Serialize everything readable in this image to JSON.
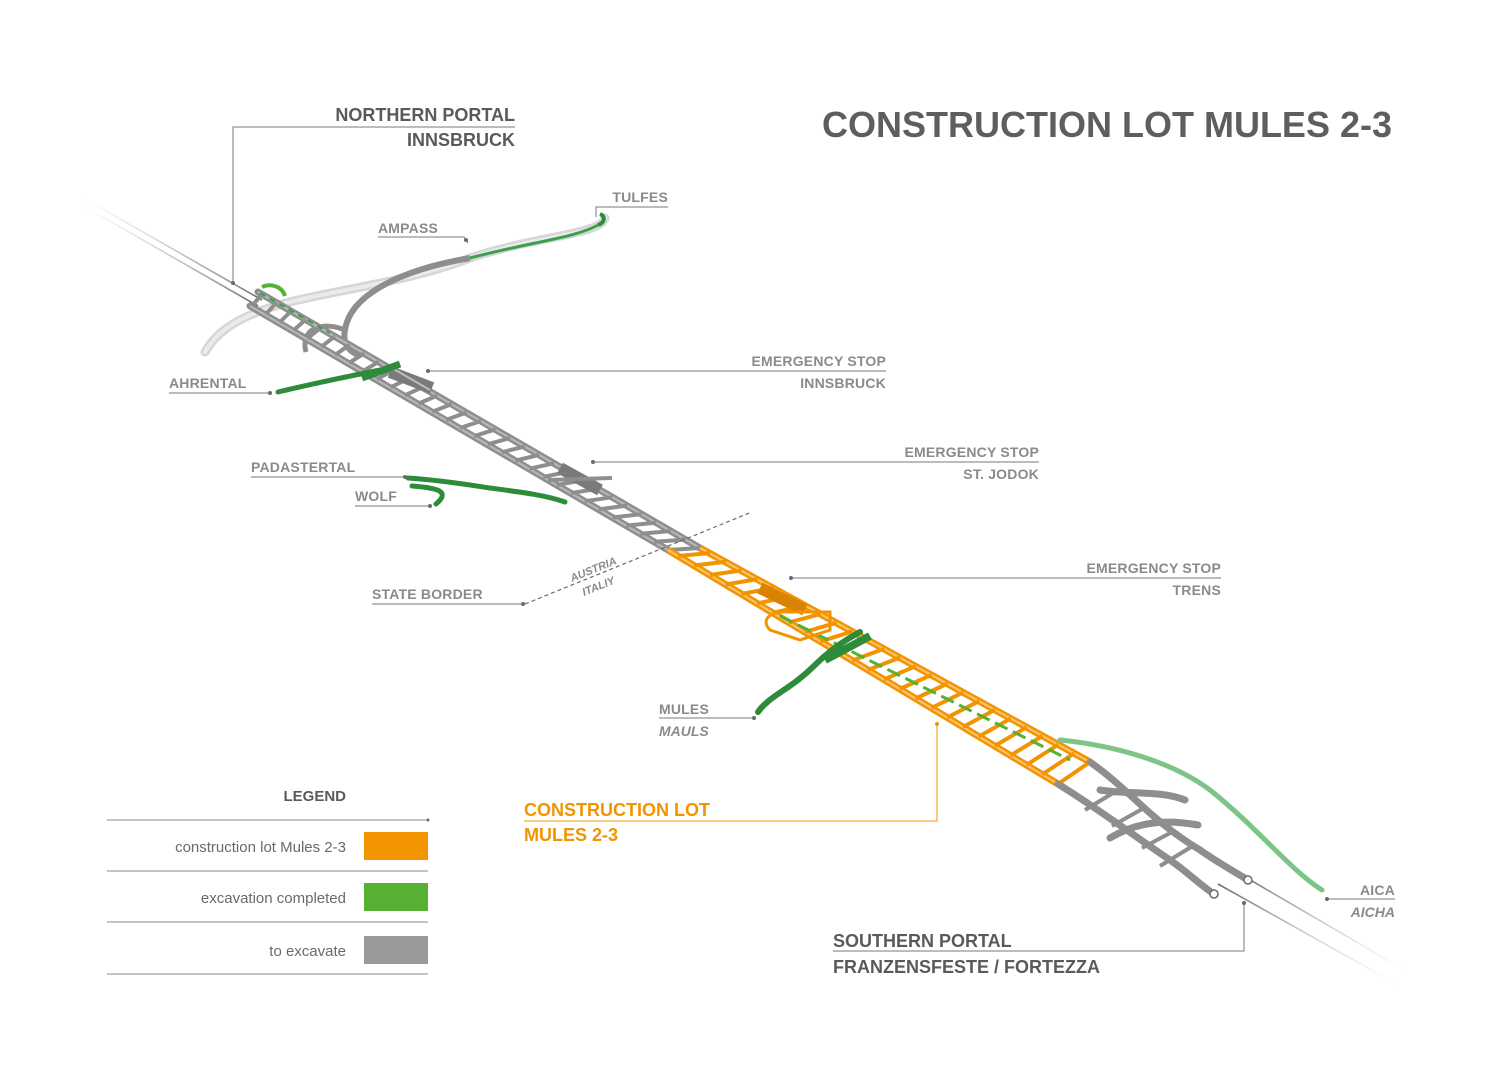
{
  "title": "CONSTRUCTION LOT MULES 2-3",
  "colors": {
    "construction_lot": "#f29400",
    "excavation_completed": "#2e8b3a",
    "to_excavate": "#9a9a9a",
    "text_gray": "#8a8a8a"
  },
  "labels": {
    "northern_portal": {
      "line1": "NORTHERN PORTAL",
      "line2": "INNSBRUCK"
    },
    "tulfes": "TULFES",
    "ampass": "AMPASS",
    "ahrental": "AHRENTAL",
    "emergency_innsbruck": {
      "line1": "EMERGENCY STOP",
      "line2": "INNSBRUCK"
    },
    "padastertal": "PADASTERTAL",
    "wolf": "WOLF",
    "emergency_jodok": {
      "line1": "EMERGENCY STOP",
      "line2": "ST. JODOK"
    },
    "state_border": "STATE BORDER",
    "border_austria": "AUSTRIA",
    "border_italy": "ITALIY",
    "emergency_trens": {
      "line1": "EMERGENCY STOP",
      "line2": "TRENS"
    },
    "mules": {
      "line1": "MULES",
      "line2": "MAULS"
    },
    "construction_lot": {
      "line1": "CONSTRUCTION LOT",
      "line2": "MULES 2-3"
    },
    "aica": {
      "line1": "AICA",
      "line2": "AICHA"
    },
    "southern_portal": {
      "line1": "SOUTHERN PORTAL",
      "line2": "FRANZENSFESTE / FORTEZZA"
    }
  },
  "legend": {
    "heading": "LEGEND",
    "items": [
      {
        "label": "construction lot Mules 2-3",
        "color": "#f29400"
      },
      {
        "label": "excavation completed",
        "color": "#55b033"
      },
      {
        "label": "to excavate",
        "color": "#9a9a9a"
      }
    ]
  }
}
